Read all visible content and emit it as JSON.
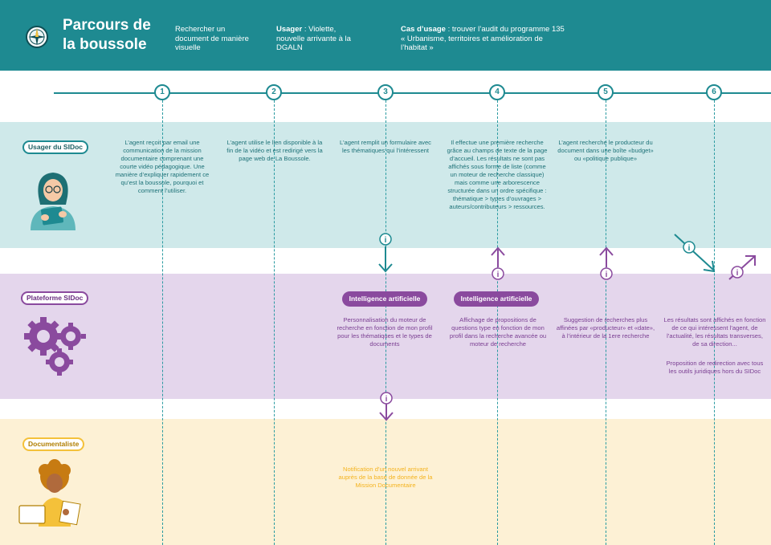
{
  "header": {
    "title": "Parcours de la boussole",
    "subtitle": "Rechercher un document de manière visuelle",
    "user_label": "Usager",
    "user_value": " : Violette, nouvelle arrivante à la DGALN",
    "usecase_label": "Cas d’usage",
    "usecase_value": " : trouver l’audit du programme 135 « Urbanisme, territoires et amélioration de l’habitat »"
  },
  "steps": [
    "1",
    "2",
    "3",
    "4",
    "5",
    "6"
  ],
  "lanes": {
    "user": "Usager du SIDoc",
    "platform": "Plateforme SIDoc",
    "doc": "Documentaliste"
  },
  "user_texts": [
    "L’agent reçoit par email une communication de la mission documentaire comprenant une courte vidéo pédagogique. Une manière d’expliquer rapidement ce qu’est la boussole, pourquoi et comment l’utiliser.",
    "L’agent utilise le lien disponible à la fin de la vidéo et est redirigé vers la page web de La Boussole.",
    "L’agent remplit un formulaire avec les thématiques qui l’intéressent",
    "Il effectue une première recherche grâce au champs de texte de la page d’accueil. Les résultats ne sont pas affichés sous forme de liste (comme un moteur de recherche classique) mais comme une arborescence structurée dans un ordre spécifique : thématique > types d’ouvrages > auteurs/contributeurs > ressources.",
    "L’agent recherche le producteur du document dans une boîte «budget» ou «politique publique»"
  ],
  "ai_label": "Intelligence artificielle",
  "platform_texts": [
    "Personnalisation du moteur de recherche en fonction de mon profil pour les thématiques et le types de documents",
    "Affichage de propositions de questions type en fonction de mon profil dans la recherche avancée ou moteur de recherche",
    "Suggestion de recherches plus affinées par «producteur» et «date», à l’intérieur de la 1ere recherche",
    "Les résultats sont affichés en fonction de ce qui intéressent l’agent, de l’actualité, les résultats transverses, de sa direction...",
    "Proposition de redirection avec tous les outils juridiques hors du SIDoc"
  ],
  "doc_text": "Notification d’un nouvel arrivant auprès de la base de donnée de la Mission Documentaire",
  "info_glyph": "i",
  "colors": {
    "teal": "#1e8a91",
    "user_band": "#cfe9ea",
    "purple": "#8a4a9e",
    "platform_band": "#e4d6ec",
    "yellow": "#f4c13a",
    "doc_band": "#fdf1d5"
  }
}
